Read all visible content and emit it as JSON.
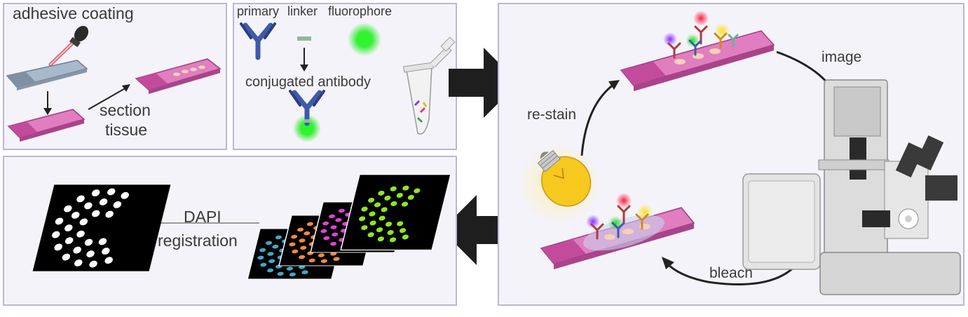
{
  "panel_coating": {
    "title": "adhesive coating",
    "section_label_1": "section",
    "section_label_2": "tissue"
  },
  "panel_antibody": {
    "primary": "primary",
    "linker": "linker",
    "fluorophore": "fluorophore",
    "conjugated": "conjugated antibody"
  },
  "panel_cycle": {
    "image": "image",
    "restain": "re-stain",
    "bleach": "bleach"
  },
  "panel_registration": {
    "dapi": "DAPI",
    "registration": "registration"
  },
  "colors": {
    "panel_border": "#b9b6dc",
    "panel_bg": "#f4f3f9",
    "slide_pink": "#c9589f",
    "antibody_blue": "#3f5aa8",
    "linker_green": "#8fb7a3",
    "fluor_green": "#22dd22",
    "layer_cyan": "#3fa9c9",
    "layer_orange": "#f08a3c",
    "layer_magenta": "#e040d8",
    "layer_green": "#8ee622"
  }
}
